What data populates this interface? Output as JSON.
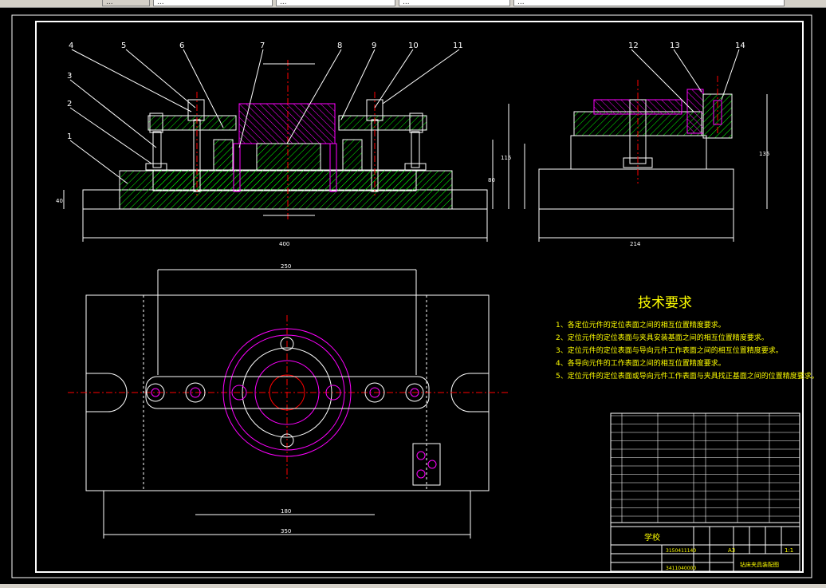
{
  "app": {
    "tabs": [
      {
        "label": "..."
      },
      {
        "label": "..."
      },
      {
        "label": "..."
      },
      {
        "label": "..."
      },
      {
        "label": "..."
      }
    ]
  },
  "drawing": {
    "part_numbers": [
      "1",
      "2",
      "3",
      "4",
      "5",
      "6",
      "7",
      "8",
      "9",
      "10",
      "11",
      "12",
      "13",
      "14"
    ],
    "dimensions": {
      "front_width": "400",
      "side_width": "214",
      "top_span_upper": "250",
      "top_span_lower": "180",
      "top_span_bottom": "350",
      "side_height": "135",
      "front_height_a": "115",
      "front_height_b": "80",
      "front_height_c": "40"
    },
    "tech_title": "技术要求",
    "tech_items": [
      "1、各定位元件的定位表面之间的相互位置精度要求。",
      "2、定位元件的定位表面与夹具安装基面之间的相互位置精度要求。",
      "3、定位元件的定位表面与导向元件工作表面之间的相互位置精度要求。",
      "4、各导向元件的工作表面之间的相互位置精度要求。",
      "5、定位元件的定位表面或导向元件工作表面与夹具找正基面之间的位置精度要求。"
    ],
    "title_block": {
      "school": "学校",
      "student_id": "3150411140",
      "student_id2": "3411040000",
      "scale": "1:1",
      "sheet_size": "A3",
      "drawing_name": "钻床夹具装配图"
    }
  },
  "colors": {
    "outline": "#ffffff",
    "part": "#ff00ff",
    "hatch": "#00ff00",
    "center": "#ff0000",
    "text": "#ffff00",
    "frame": "#ffffff"
  }
}
